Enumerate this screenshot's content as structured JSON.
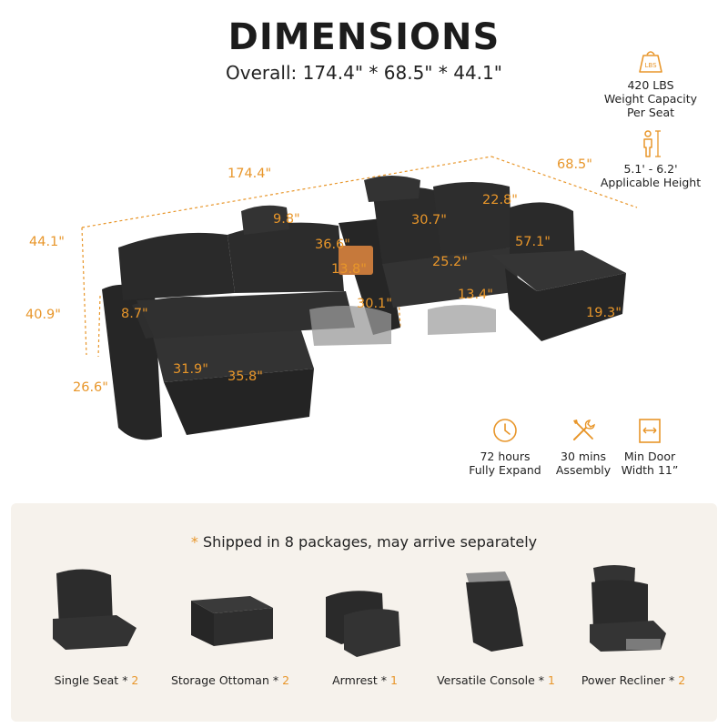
{
  "header": {
    "title": "DIMENSIONS",
    "overall": "Overall: 174.4\" * 68.5\" * 44.1\""
  },
  "specs": [
    {
      "icon": "weight-icon",
      "icon_text": "LBS",
      "lines": [
        "420 LBS",
        "Weight Capacity",
        "Per Seat"
      ]
    },
    {
      "icon": "height-person-icon",
      "lines": [
        "5.1' - 6.2'",
        "Applicable Height"
      ]
    }
  ],
  "dimensions": {
    "length": "174.4\"",
    "depth": "68.5\"",
    "height": "44.1\"",
    "seat_height": "40.9\"",
    "arm_height": "26.6\"",
    "pillow_width": "9.8\"",
    "console_height": "36.6\"",
    "console_width": "13.8\"",
    "backrest": "30.7\"",
    "back_depth": "22.8\"",
    "seat_depth_right": "25.2\"",
    "chaise_length": "57.1\"",
    "recliner_gap": "13.4\"",
    "chaise_height": "19.3\"",
    "console_base": "30.1\"",
    "arm_width": "8.7\"",
    "ottoman_depth": "31.9\"",
    "ottoman_width": "35.8\""
  },
  "features": [
    {
      "icon": "clock-icon",
      "lines": [
        "72 hours",
        "Fully Expand"
      ]
    },
    {
      "icon": "tools-icon",
      "lines": [
        "30 mins",
        "Assembly"
      ]
    },
    {
      "icon": "door-width-icon",
      "lines": [
        "Min Door",
        "Width 11”"
      ]
    }
  ],
  "packages": {
    "star": "*",
    "note": "Shipped in 8 packages, may arrive separately",
    "pieces": [
      {
        "name": "Single Seat",
        "star": " * ",
        "qty": "2"
      },
      {
        "name": "Storage Ottoman",
        "star": " * ",
        "qty": "2"
      },
      {
        "name": "Armrest",
        "star": " * ",
        "qty": "1"
      },
      {
        "name": "Versatile Console",
        "star": " * ",
        "qty": "1"
      },
      {
        "name": "Power Recliner",
        "star": " * ",
        "qty": "2"
      }
    ]
  },
  "colors": {
    "accent": "#e8962a",
    "fabric": "#2b2b2b",
    "panel": "#f6f2ec"
  }
}
